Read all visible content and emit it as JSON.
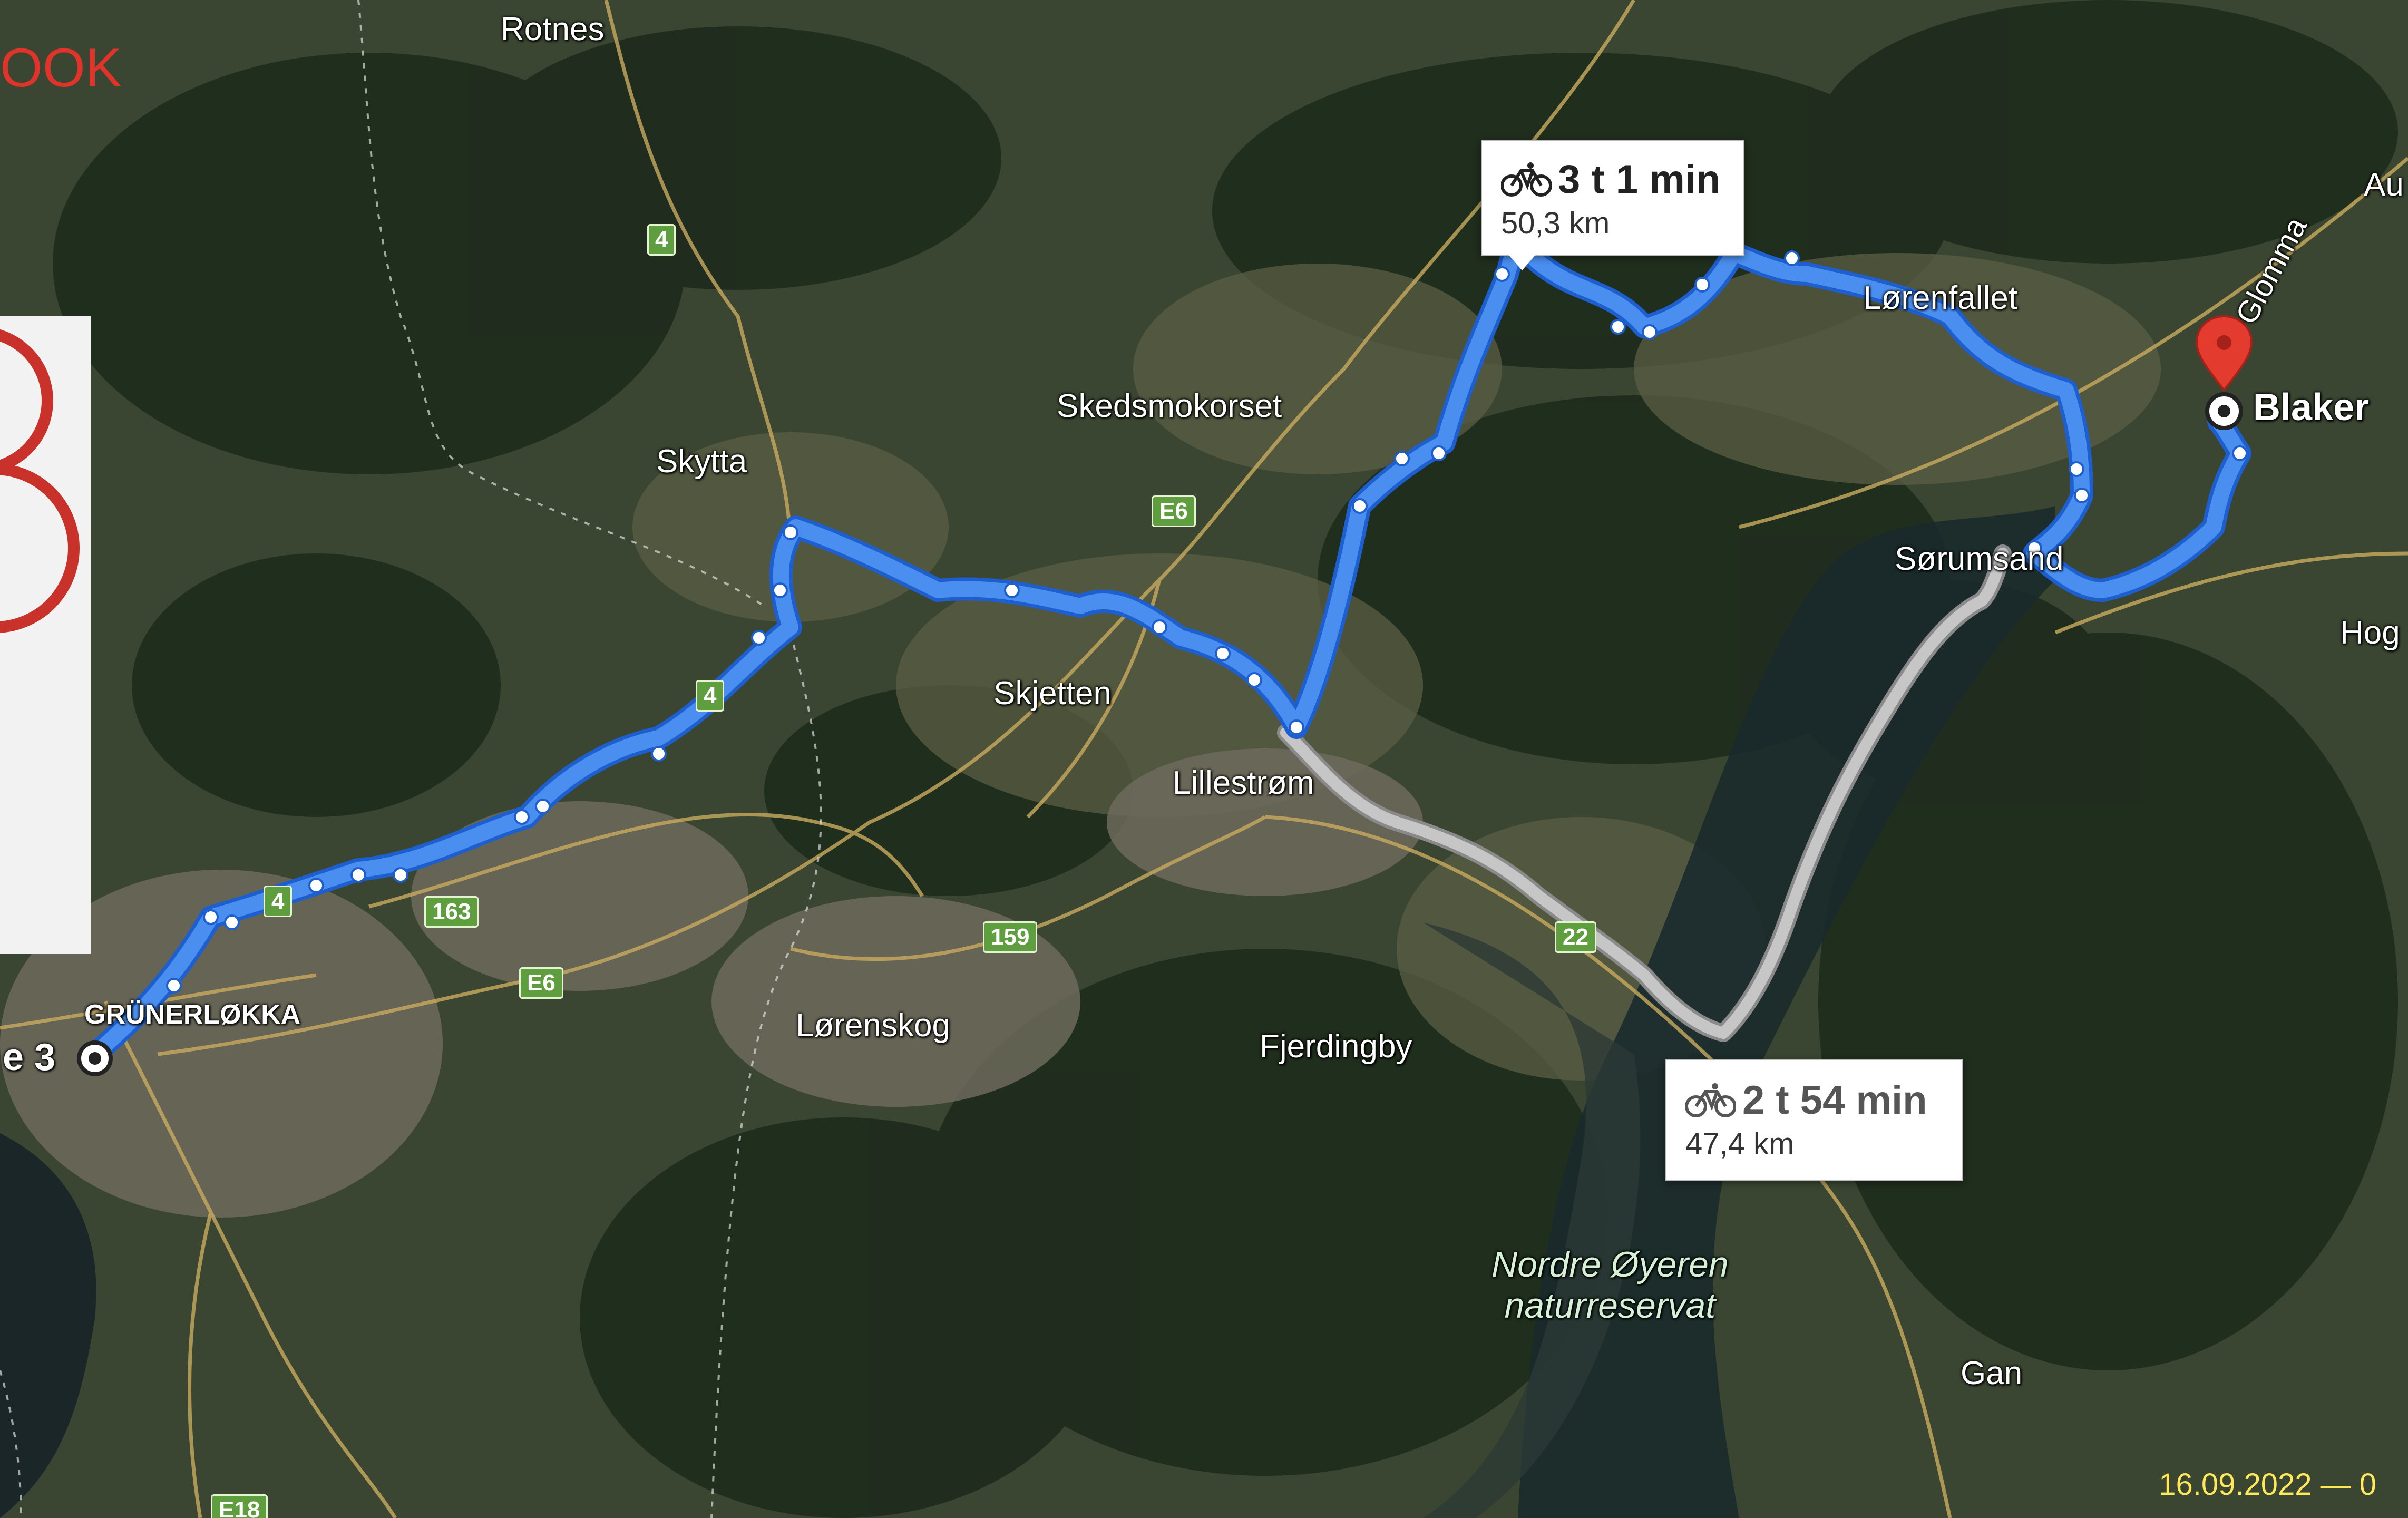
{
  "places": {
    "rotnes": "Rotnes",
    "skytta": "Skytta",
    "skedsmokorset": "Skedsmokorset",
    "skjetten": "Skjetten",
    "lillestrom": "Lillestrøm",
    "lorenskog": "Lørenskog",
    "fjerdingby": "Fjerdingby",
    "lorenfallet": "Lørenfallet",
    "sorumsand": "Sørumsand",
    "blaker": "Blaker",
    "grunerlokka": "GRÜNERLØKKA",
    "gan": "Gan",
    "hog": "Hog",
    "au": "Au",
    "glomma": "Glomma",
    "origin_partial": "e 3",
    "nature_reserve_line1": "Nordre Øyeren",
    "nature_reserve_line2": "naturreservat"
  },
  "road_shields": [
    {
      "id": "shield-4-a",
      "label": "4"
    },
    {
      "id": "shield-4-b",
      "label": "4"
    },
    {
      "id": "shield-4-c",
      "label": "4"
    },
    {
      "id": "shield-e6-a",
      "label": "E6"
    },
    {
      "id": "shield-e6-b",
      "label": "E6"
    },
    {
      "id": "shield-163",
      "label": "163"
    },
    {
      "id": "shield-159",
      "label": "159"
    },
    {
      "id": "shield-22",
      "label": "22"
    },
    {
      "id": "shield-e18",
      "label": "E18"
    }
  ],
  "routes": {
    "primary": {
      "duration": "3 t 1 min",
      "distance": "50,3 km",
      "color": "#4a8ff0",
      "icon": "bicycle-icon"
    },
    "alternative": {
      "duration": "2 t 54 min",
      "distance": "47,4 km",
      "color": "#b8b8b8",
      "icon": "bicycle-icon"
    }
  },
  "overlay": {
    "book_text": "OOK",
    "date_stamp": "16.09.2022 — 0"
  },
  "colors": {
    "destination_pin": "#e33b2e",
    "overlay_red": "#e0342b",
    "date_yellow": "#ffe95a"
  }
}
